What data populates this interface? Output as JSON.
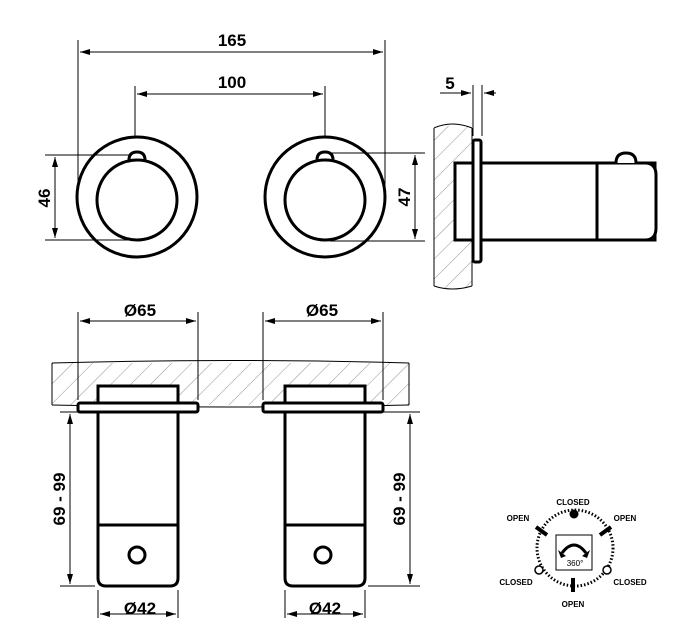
{
  "dimensions": {
    "overall_width": "165",
    "center_distance": "100",
    "left_height": "46",
    "right_height": "47",
    "flange_thickness": "5",
    "flange_diameter_left": "Ø65",
    "flange_diameter_right": "Ø65",
    "depth_left": "69 - 99",
    "depth_right": "69 - 99",
    "body_diameter_left": "Ø42",
    "body_diameter_right": "Ø42"
  },
  "dial": {
    "top": "CLOSED",
    "upper_left": "OPEN",
    "upper_right": "OPEN",
    "lower_left": "CLOSED",
    "lower_right": "CLOSED",
    "bottom": "OPEN",
    "rotation": "360°"
  }
}
